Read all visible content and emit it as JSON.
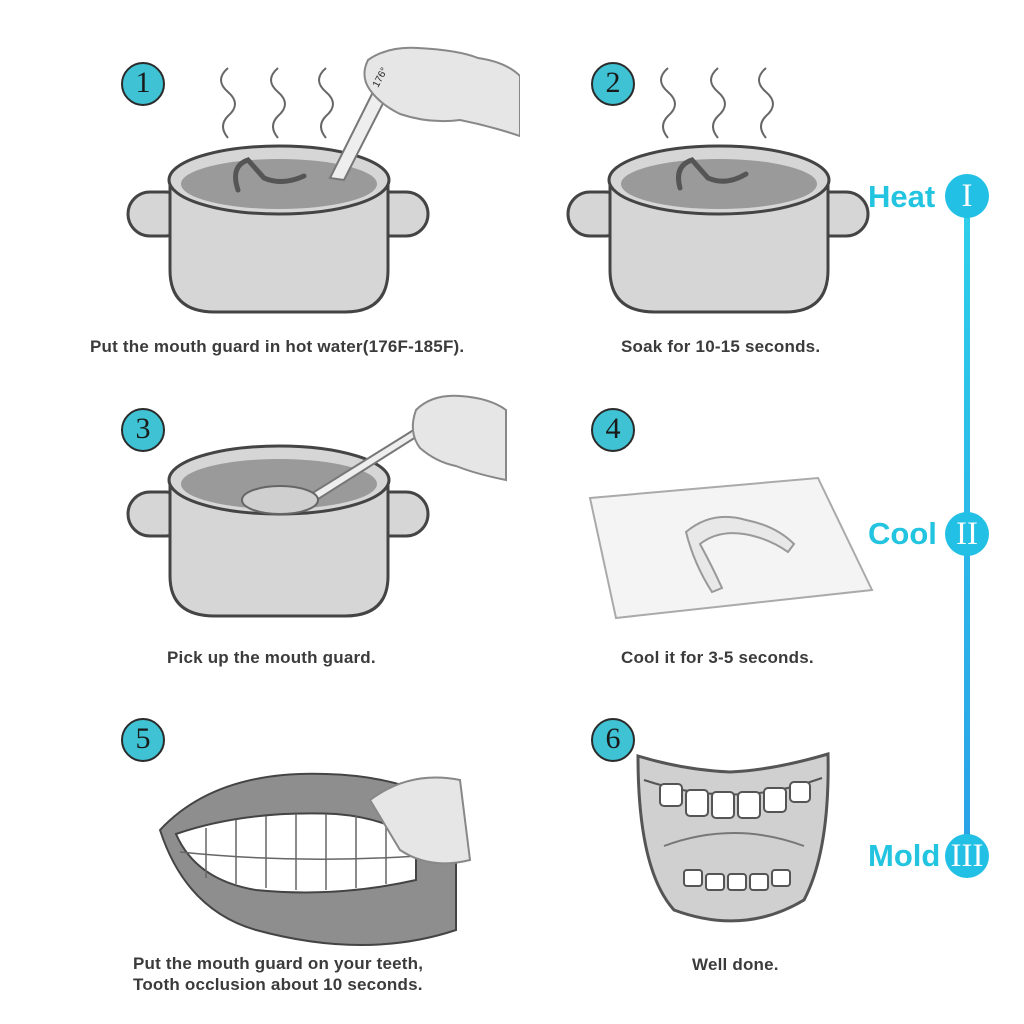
{
  "steps": [
    {
      "number": "1",
      "caption": "Put the mouth guard in hot water(176F-185F)."
    },
    {
      "number": "2",
      "caption": "Soak for 10-15 seconds."
    },
    {
      "number": "3",
      "caption": "Pick up the mouth guard."
    },
    {
      "number": "4",
      "caption": "Cool it for 3-5 seconds."
    },
    {
      "number": "5",
      "caption_line1": "Put the mouth guard on your teeth,",
      "caption_line2": "Tooth occlusion about 10 seconds."
    },
    {
      "number": "6",
      "caption": "Well done."
    }
  ],
  "thermometer_label": "176°",
  "timeline": {
    "stages": [
      {
        "word": "Heat",
        "numeral": "I"
      },
      {
        "word": "Cool",
        "numeral": "II"
      },
      {
        "word": "Mold",
        "numeral": "III"
      }
    ]
  },
  "colors": {
    "accent": "#22c4e0",
    "badge": "#3fc2d3",
    "pot": "#d6d6d6",
    "water": "#9a9a9a"
  }
}
